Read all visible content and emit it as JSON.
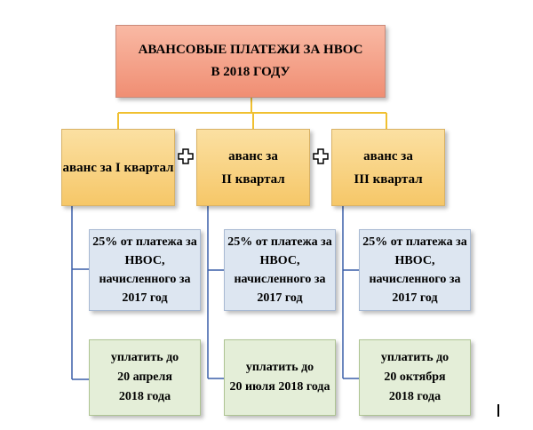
{
  "title": {
    "line1": "АВАНСОВЫЕ ПЛАТЕЖИ ЗА НВОС",
    "line2": "В 2018 ГОДУ"
  },
  "columns": [
    {
      "quarter": {
        "line1": "аванс за I квартал",
        "line2": ""
      },
      "info": {
        "line1": "25% от платежа за",
        "line2": "НВОС,",
        "line3": "начисленного за",
        "line4": "2017 год"
      },
      "due": {
        "line1": "уплатить до",
        "line2": "20 апреля",
        "line3": "2018 года"
      }
    },
    {
      "quarter": {
        "line1": "аванс за",
        "line2": "II квартал"
      },
      "info": {
        "line1": "25% от платежа за",
        "line2": "НВОС,",
        "line3": "начисленного за",
        "line4": "2017 год"
      },
      "due": {
        "line1": "уплатить до",
        "line2": "20 июля 2018 года",
        "line3": ""
      }
    },
    {
      "quarter": {
        "line1": "аванс за",
        "line2": "III  квартал"
      },
      "info": {
        "line1": "25% от платежа за",
        "line2": "НВОС,",
        "line3": "начисленного за",
        "line4": "2017 год"
      },
      "due": {
        "line1": "уплатить до",
        "line2": "20  октября",
        "line3": "2018 года"
      }
    }
  ],
  "colors": {
    "title_fill": "#f4a48c",
    "quarter_fill": "#f9d58c",
    "info_fill": "#dde6f1",
    "due_fill": "#e4eed8",
    "connector_top": "#f0c030",
    "connector_side": "#3a5ea8"
  },
  "icons": {
    "between_quarters": "plus-icon"
  }
}
